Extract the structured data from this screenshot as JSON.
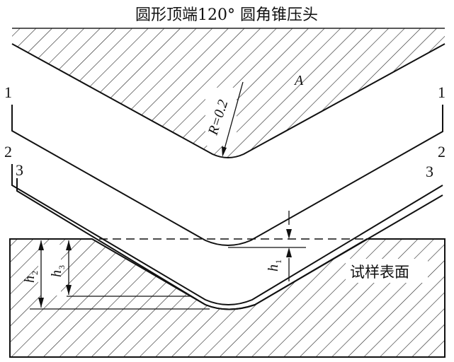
{
  "title": "圆形顶端120° 圆角锥压头",
  "labels": {
    "radius": "R=0.2",
    "region_a": "A",
    "curve_1": "1",
    "curve_2": "2",
    "curve_3": "3",
    "h1_main": "h",
    "h1_sub": "1",
    "h2_main": "h",
    "h2_sub": "2",
    "h3_main": "h",
    "h3_sub": "3",
    "surface": "试样表面"
  }
}
